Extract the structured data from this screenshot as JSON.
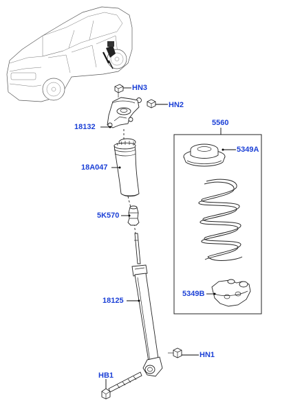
{
  "diagram": {
    "labels": {
      "hn3": "HN3",
      "hn2": "HN2",
      "p18132": "18132",
      "p18a047": "18A047",
      "p5k570": "5K570",
      "p18125": "18125",
      "hn1": "HN1",
      "hb1": "HB1",
      "kit": "5560",
      "p5349a": "5349A",
      "p5349b": "5349B"
    },
    "colors": {
      "label": "#1a3fd6",
      "line": "#000000"
    }
  }
}
